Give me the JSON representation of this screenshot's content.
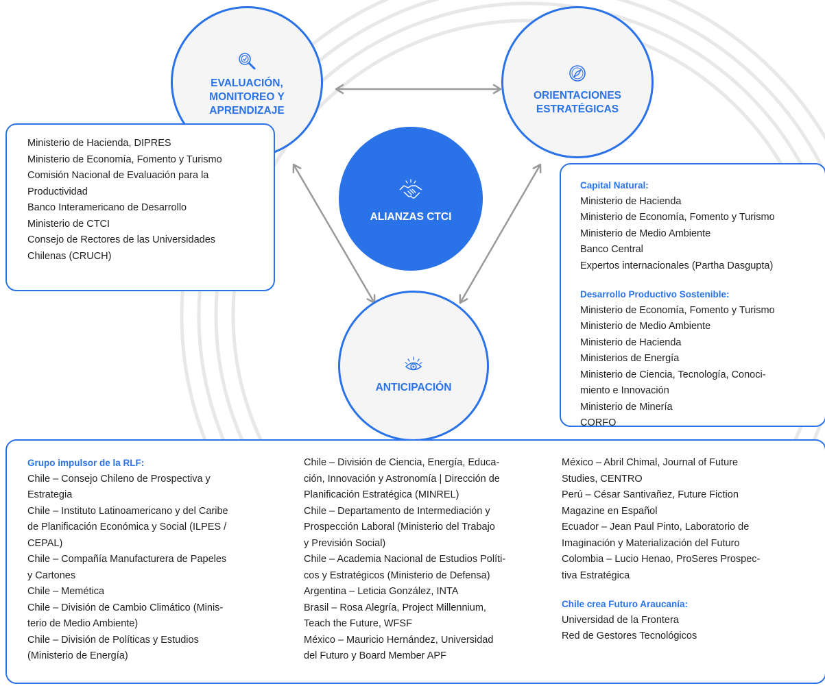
{
  "colors": {
    "accent": "#2a72e8",
    "circle_fill": "#f5f5f6",
    "arrow": "#9a9a9a",
    "text": "#222222"
  },
  "nodes": {
    "center": {
      "title": "ALIANZAS CTCI",
      "icon": "handshake-icon"
    },
    "evaluation": {
      "title": "EVALUACIÓN,\nMONITOREO Y\nAPRENDIZAJE",
      "icon": "magnifier-check-icon"
    },
    "orientations": {
      "title": "ORIENTACIONES\nESTRATÉGICAS",
      "icon": "compass-icon"
    },
    "anticipation": {
      "title": "ANTICIPACIÓN",
      "icon": "eye-icon"
    }
  },
  "evaluation_box": {
    "lines": [
      "Ministerio de Hacienda, DIPRES",
      "Ministerio de Economía, Fomento y Turismo",
      "Comisión Nacional de Evaluación para la",
      "Productividad",
      "Banco Interamericano de Desarrollo",
      "Ministerio de CTCI",
      "Consejo de Rectores de las Universidades",
      "Chilenas (CRUCH)"
    ]
  },
  "orientations_box": {
    "section1": {
      "heading": "Capital Natural:",
      "lines": [
        "Ministerio de Hacienda",
        "Ministerio de Economía, Fomento y Turismo",
        "Ministerio de Medio Ambiente",
        "Banco Central",
        "Expertos internacionales (Partha Dasgupta)"
      ]
    },
    "section2": {
      "heading": "Desarrollo Productivo Sostenible:",
      "lines": [
        "Ministerio de Economía, Fomento y Turismo",
        "Ministerio de Medio Ambiente",
        "Ministerio de Hacienda",
        "Ministerios de Energía",
        "Ministerio de Ciencia, Tecnología, Conoci-",
        "miento e Innovación",
        "Ministerio de Minería",
        "CORFO"
      ]
    }
  },
  "anticipation_box": {
    "col1": {
      "heading": "Grupo impulsor de la RLF:",
      "lines": [
        "Chile – Consejo Chileno de Prospectiva y",
        "Estrategia",
        "Chile – Instituto Latinoamericano y del Caribe",
        "de Planificación Económica y Social (ILPES /",
        "CEPAL)",
        "Chile – Compañía Manufacturera de Papeles",
        "y Cartones",
        "Chile – Memética",
        "Chile – División de Cambio Climático (Minis-",
        "terio de Medio Ambiente)",
        "Chile – División de Políticas y Estudios",
        "(Ministerio de Energía)"
      ]
    },
    "col2": {
      "lines": [
        "Chile – División de Ciencia, Energía, Educa-",
        "ción, Innovación y Astronomía | Dirección de",
        "Planificación Estratégica (MINREL)",
        "Chile – Departamento de Intermediación y",
        "Prospección Laboral (Ministerio del Trabajo",
        "y Previsión Social)",
        "Chile – Academia Nacional de Estudios Políti-",
        "cos y Estratégicos (Ministerio de Defensa)",
        "Argentina – Leticia González, INTA",
        "Brasil – Rosa Alegría, Project Millennium,",
        "Teach the Future, WFSF",
        "México – Mauricio Hernández, Universidad",
        "del Futuro y Board Member APF"
      ]
    },
    "col3": {
      "lines": [
        "México – Abril Chimal, Journal of Future",
        "Studies, CENTRO",
        "Perú – César Santivañez, Future Fiction",
        "Magazine en Español",
        "Ecuador – Jean Paul Pinto, Laboratorio de",
        "Imaginación y Materialización del Futuro",
        "Colombia – Lucio Henao, ProSeres Prospec-",
        "tiva Estratégica"
      ],
      "heading2": "Chile crea Futuro Araucanía:",
      "lines2": [
        "Universidad de la Frontera",
        "Red de Gestores Tecnológicos"
      ]
    }
  }
}
